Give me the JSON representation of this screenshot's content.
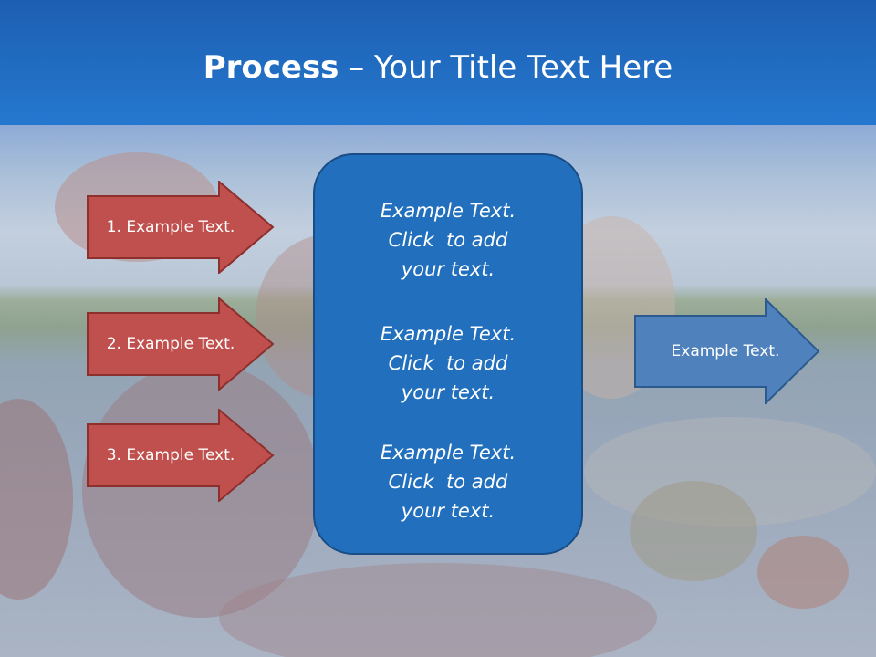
{
  "title": {
    "bold": "Process",
    "rest": " – Your Title Text Here"
  },
  "left_steps": [
    {
      "label": "1. Example Text."
    },
    {
      "label": "2. Example Text."
    },
    {
      "label": "3. Example Text."
    }
  ],
  "center_blocks": [
    {
      "lines": [
        "Example Text.",
        "Click  to add",
        "your text."
      ]
    },
    {
      "lines": [
        "Example Text.",
        "Click  to add",
        "your text."
      ]
    },
    {
      "lines": [
        "Example Text.",
        "Click  to add",
        "your text."
      ]
    }
  ],
  "right_step": {
    "label": "Example Text."
  },
  "colors": {
    "header": "#2478cf",
    "step_fill": "#c0504d",
    "step_border": "#8c2f2d",
    "center_fill": "#2270bd",
    "right_fill": "#4f81bd"
  }
}
